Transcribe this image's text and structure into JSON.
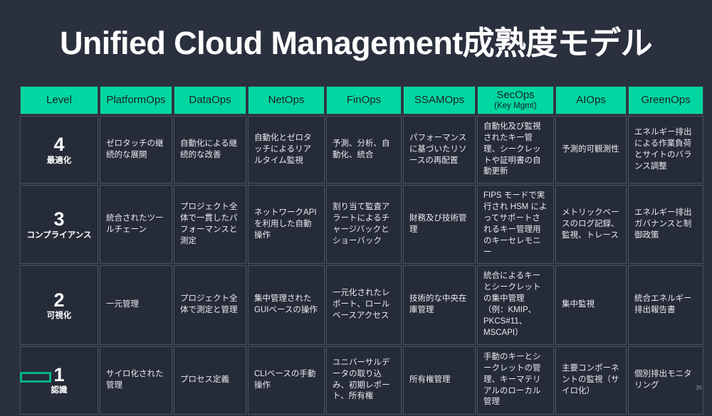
{
  "slide": {
    "title": "Unified Cloud Management成熟度モデル",
    "page_number": "35",
    "brand_color": "#00b388",
    "header_color": "#01d7a0",
    "background_color": "#2b303e",
    "logo_name": "hpe-logo"
  },
  "table": {
    "columns": [
      {
        "label": "Level",
        "sub": ""
      },
      {
        "label": "PlatformOps",
        "sub": ""
      },
      {
        "label": "DataOps",
        "sub": ""
      },
      {
        "label": "NetOps",
        "sub": ""
      },
      {
        "label": "FinOps",
        "sub": ""
      },
      {
        "label": "SSAMOps",
        "sub": ""
      },
      {
        "label": "SecOps",
        "sub": "(Key Mgmt)"
      },
      {
        "label": "AIOps",
        "sub": ""
      },
      {
        "label": "GreenOps",
        "sub": ""
      }
    ],
    "rows": [
      {
        "level_number": "4",
        "level_name": "最適化",
        "cells": [
          "ゼロタッチの継続的な展開",
          "自動化による継続的な改善",
          "自動化とゼロタッチによるリアルタイム監視",
          "予測、分析、自動化、統合",
          "パフォーマンスに基づいたリソースの再配置",
          "自動化及び監視されたキー管理、シークレットや証明書の自動更新",
          "予測的可観測性",
          "エネルギー排出による作業負荷とサイトのバランス調整"
        ]
      },
      {
        "level_number": "3",
        "level_name": "コンプライアンス",
        "cells": [
          "統合されたツールチェーン",
          "プロジェクト全体で一貫したパフォーマンスと測定",
          "ネットワークAPIを利用した自動操作",
          "割り当て監査アラートによるチャージバックとショーバック",
          "財務及び技術管理",
          "FIPS モードで実行され HSM によってサポートされるキー管理用のキーセレモニー",
          "メトリックベースのログ記録、監視、トレース",
          "エネルギー排出ガバナンスと制御政策"
        ]
      },
      {
        "level_number": "2",
        "level_name": "可視化",
        "cells": [
          "一元管理",
          "プロジェクト全体で測定と管理",
          "集中管理されたGUIベースの操作",
          "一元化されたレポート、ロールベースアクセス",
          "技術的な中央在庫管理",
          "統合によるキーとシークレットの集中管理（例：KMIP、PKCS#11、MSCAPI）",
          "集中監視",
          "統合エネルギー排出報告書"
        ]
      },
      {
        "level_number": "1",
        "level_name": "認識",
        "cells": [
          "サイロ化された管理",
          "プロセス定義",
          "CLIベースの手動操作",
          "ユニバーサルデータの取り込み、初期レポート、所有権",
          "所有権管理",
          "手動のキーとシークレットの管理、キーマテリアルのローカル管理",
          "主要コンポーネントの監視（サイロ化）",
          "個別排出モニタリング"
        ]
      }
    ]
  }
}
